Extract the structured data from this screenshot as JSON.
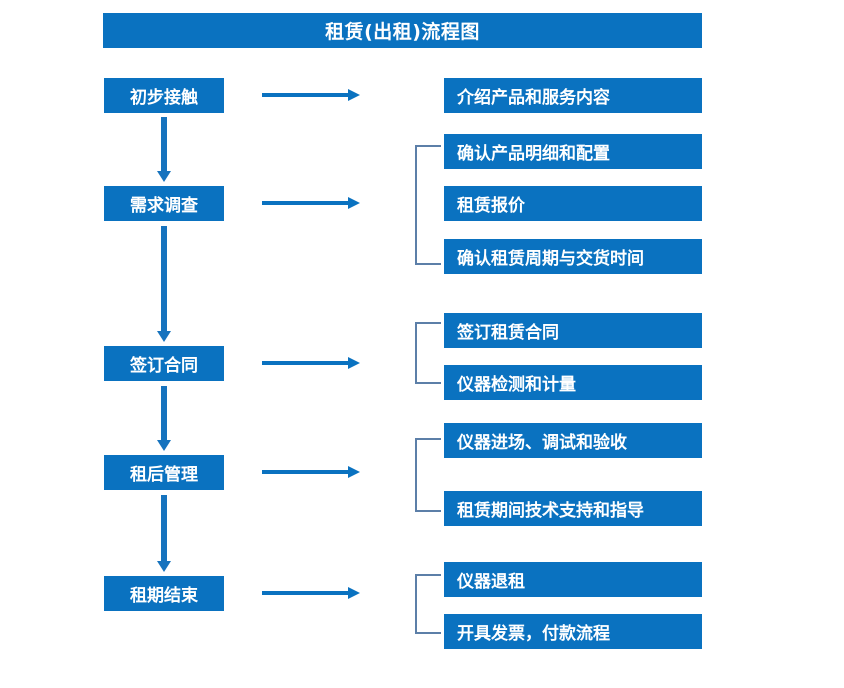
{
  "title": "租赁(出租)流程图",
  "colors": {
    "box_fill": "#0a72c0",
    "box_text": "#ffffff",
    "arrow": "#0a72c0",
    "vertical_arrow": "#1673be",
    "bracket": "#5c7fa8",
    "background": "#ffffff"
  },
  "stages": [
    {
      "label": "初步接触"
    },
    {
      "label": "需求调查"
    },
    {
      "label": "签订合同"
    },
    {
      "label": "租后管理"
    },
    {
      "label": "租期结束"
    }
  ],
  "details": [
    {
      "label": "介绍产品和服务内容"
    },
    {
      "label": "确认产品明细和配置"
    },
    {
      "label": "租赁报价"
    },
    {
      "label": "确认租赁周期与交货时间"
    },
    {
      "label": "签订租赁合同"
    },
    {
      "label": "仪器检测和计量"
    },
    {
      "label": "仪器进场、调试和验收"
    },
    {
      "label": "租赁期间技术支持和指导"
    },
    {
      "label": "仪器退租"
    },
    {
      "label": "开具发票，付款流程"
    }
  ]
}
